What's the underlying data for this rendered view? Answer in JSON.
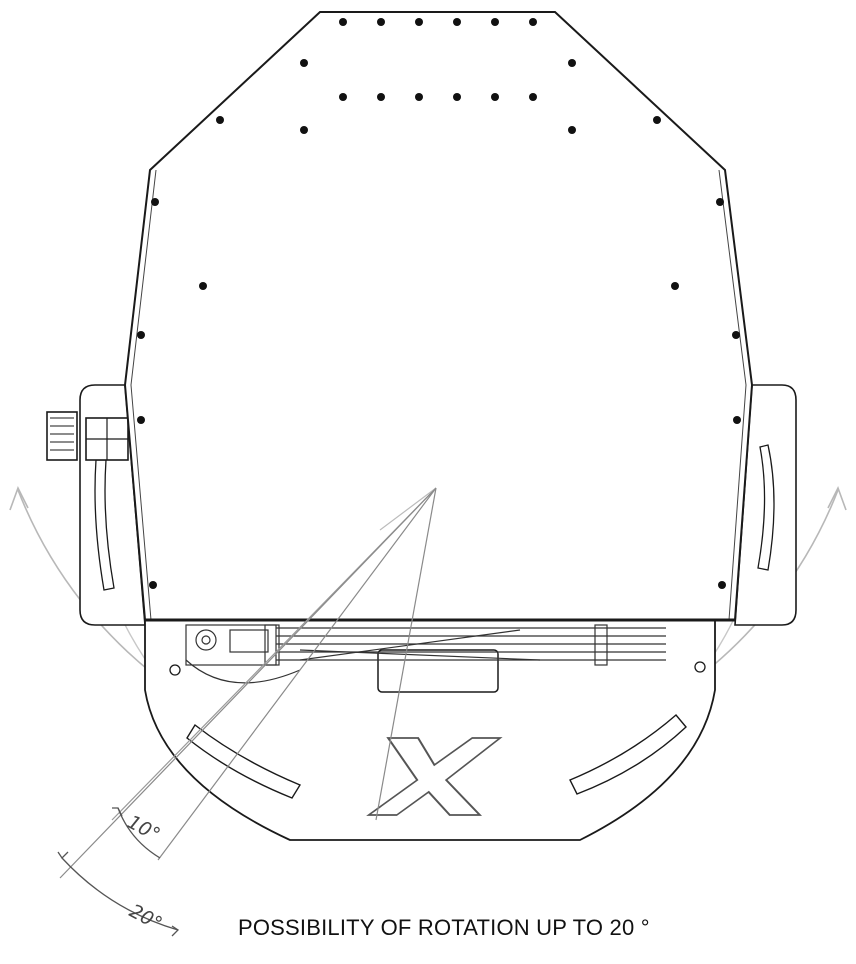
{
  "diagram": {
    "caption": "POSSIBILITY OF ROTATION UP TO 20 °",
    "angle_labels": {
      "inner": "10°",
      "outer": "20°"
    },
    "logo_letter": "X",
    "colors": {
      "line": "#1a1a1a",
      "thin_line": "#555555",
      "arc": "#b0b0b0",
      "bolt": "#111111",
      "background": "#ffffff"
    }
  }
}
